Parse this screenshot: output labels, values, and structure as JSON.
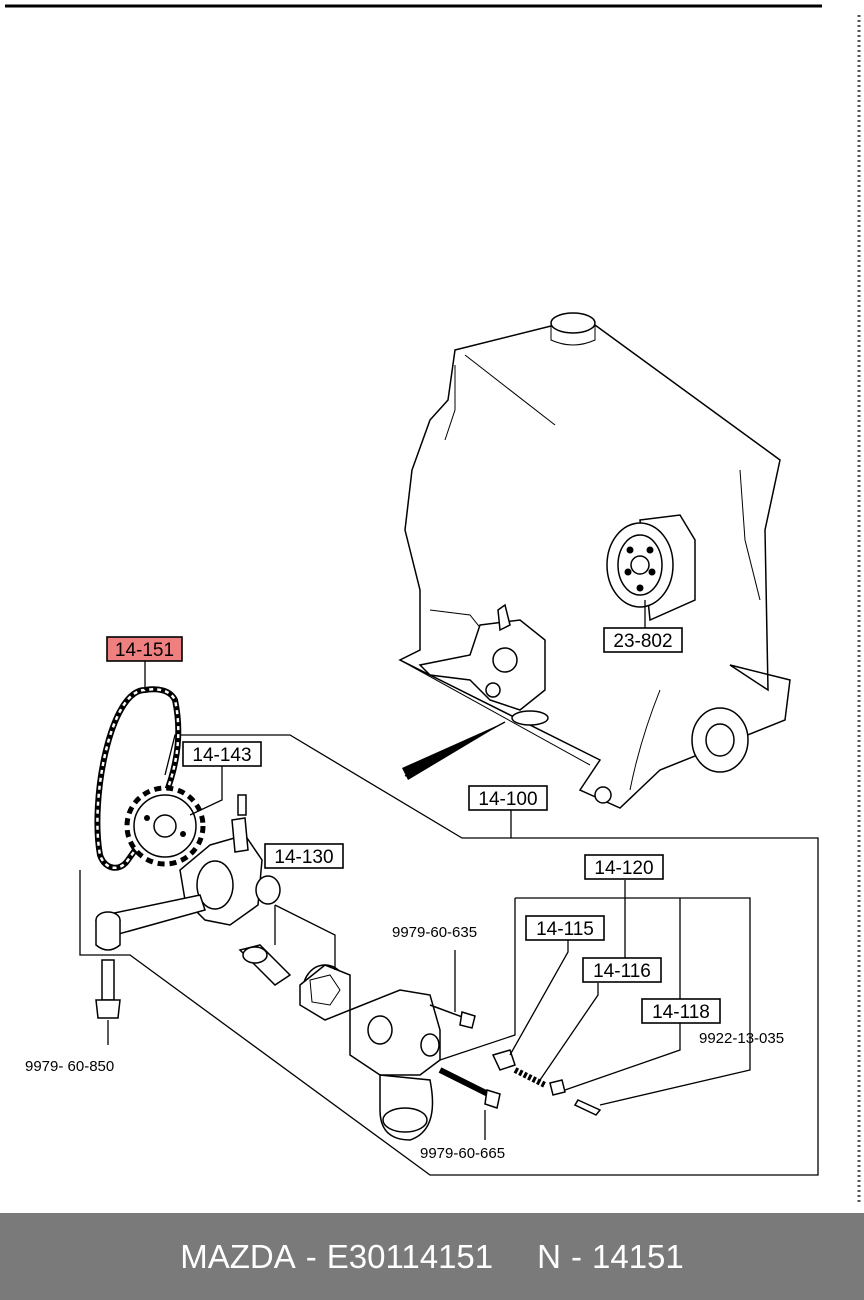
{
  "callouts": {
    "c14151": "14-151",
    "c14143": "14-143",
    "c23802": "23-802",
    "c14100": "14-100",
    "c14130": "14-130",
    "c14120": "14-120",
    "c14115": "14-115",
    "c14116": "14-116",
    "c14118": "14-118"
  },
  "part_numbers": {
    "p635": "9979-60-635",
    "p850": "9979- 60-850",
    "p035": "9922-13-035",
    "p665": "9979-60-665"
  },
  "footer": {
    "brand": "MAZDA",
    "sep1": "-",
    "code": "E30114151",
    "n_label": "N",
    "sep2": "-",
    "n_value": "14151"
  },
  "colors": {
    "highlight": "#f08080",
    "footer_bg": "#7a7a7a"
  }
}
